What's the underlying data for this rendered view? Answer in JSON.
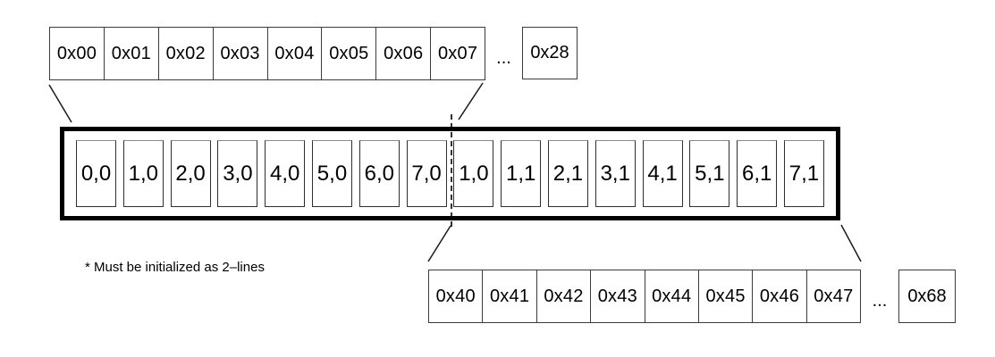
{
  "diagram": {
    "top_memory_row": {
      "cells": [
        "0x00",
        "0x01",
        "0x02",
        "0x03",
        "0x04",
        "0x05",
        "0x06",
        "0x07"
      ],
      "ellipsis": "...",
      "end_cell": "0x28"
    },
    "cache_line_box": {
      "cells": [
        "0,0",
        "1,0",
        "2,0",
        "3,0",
        "4,0",
        "5,0",
        "6,0",
        "7,0",
        "1,0",
        "1,1",
        "2,1",
        "3,1",
        "4,1",
        "5,1",
        "6,1",
        "7,1"
      ]
    },
    "bottom_memory_row": {
      "cells": [
        "0x40",
        "0x41",
        "0x42",
        "0x43",
        "0x44",
        "0x45",
        "0x46",
        "0x47"
      ],
      "ellipsis": "...",
      "end_cell": "0x68"
    },
    "footnote": "* Must be initialized as 2–lines",
    "colors": {
      "background": "#ffffff",
      "thick_border": "#000000",
      "cell_border": "#3c3c3c",
      "text": "#000000"
    }
  }
}
